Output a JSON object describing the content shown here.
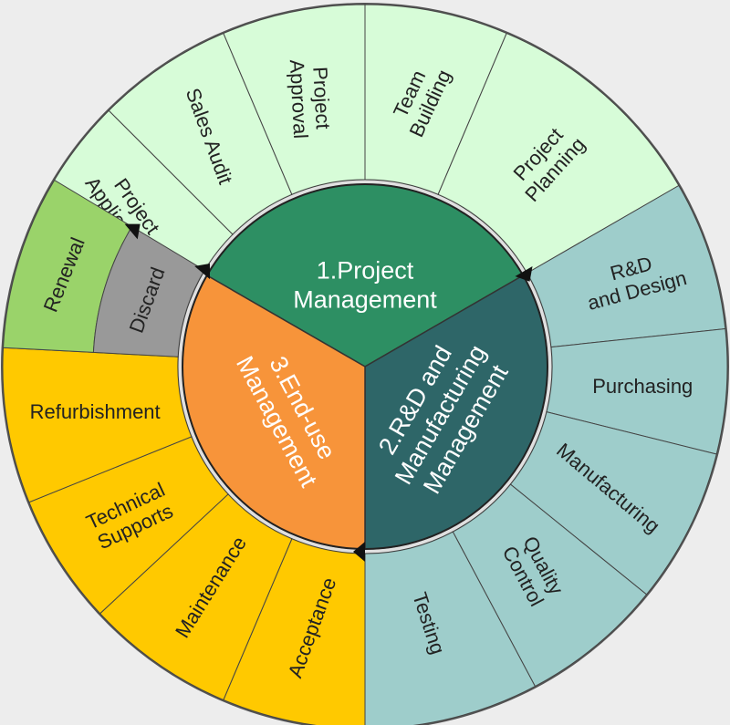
{
  "colors": {
    "background": "#ededed",
    "line": "#444444",
    "hub_text": "#ffffff",
    "segment_text": "#222222"
  },
  "hubs": [
    {
      "id": "project-management",
      "lines": [
        "1.Project",
        "Management"
      ],
      "color": "#2d8f63"
    },
    {
      "id": "rd-manufacturing-management",
      "lines": [
        "2.R&D and",
        "Manufacturing",
        "Management"
      ],
      "color": "#2e6668"
    },
    {
      "id": "end-use-management",
      "lines": [
        "3.End-use",
        "Management"
      ],
      "color": "#f7943a"
    }
  ],
  "segments": [
    {
      "id": "project-application",
      "lines": [
        "Project",
        "Application"
      ],
      "color": "#d7fcd8"
    },
    {
      "id": "sales-audit",
      "lines": [
        "Sales Audit"
      ],
      "color": "#d7fcd8"
    },
    {
      "id": "project-approval",
      "lines": [
        "Project",
        "Approval"
      ],
      "color": "#d7fcd8"
    },
    {
      "id": "team-building",
      "lines": [
        "Team",
        "Building"
      ],
      "color": "#d7fcd8"
    },
    {
      "id": "project-planning",
      "lines": [
        "Project",
        "Planning"
      ],
      "color": "#d7fcd8"
    },
    {
      "id": "rd-and-design",
      "lines": [
        "R&D",
        "and Design"
      ],
      "color": "#9ecdcb"
    },
    {
      "id": "purchasing",
      "lines": [
        "Purchasing"
      ],
      "color": "#9ecdcb"
    },
    {
      "id": "manufacturing",
      "lines": [
        "Manufacturing"
      ],
      "color": "#9ecdcb"
    },
    {
      "id": "quality-control",
      "lines": [
        "Quality",
        "Control"
      ],
      "color": "#9ecdcb"
    },
    {
      "id": "testing",
      "lines": [
        "Testing"
      ],
      "color": "#9ecdcb"
    },
    {
      "id": "acceptance",
      "lines": [
        "Acceptance"
      ],
      "color": "#ffc900"
    },
    {
      "id": "maintenance",
      "lines": [
        "Maintenance"
      ],
      "color": "#ffc900"
    },
    {
      "id": "technical-supports",
      "lines": [
        "Technical",
        "Supports"
      ],
      "color": "#ffc900"
    },
    {
      "id": "refurbishment",
      "lines": [
        "Refurbishment"
      ],
      "color": "#ffc900"
    },
    {
      "id": "renewal",
      "lines": [
        "Renewal"
      ],
      "color": "#9ad36a"
    },
    {
      "id": "discard",
      "lines": [
        "Discard"
      ],
      "color": "#999999"
    }
  ]
}
